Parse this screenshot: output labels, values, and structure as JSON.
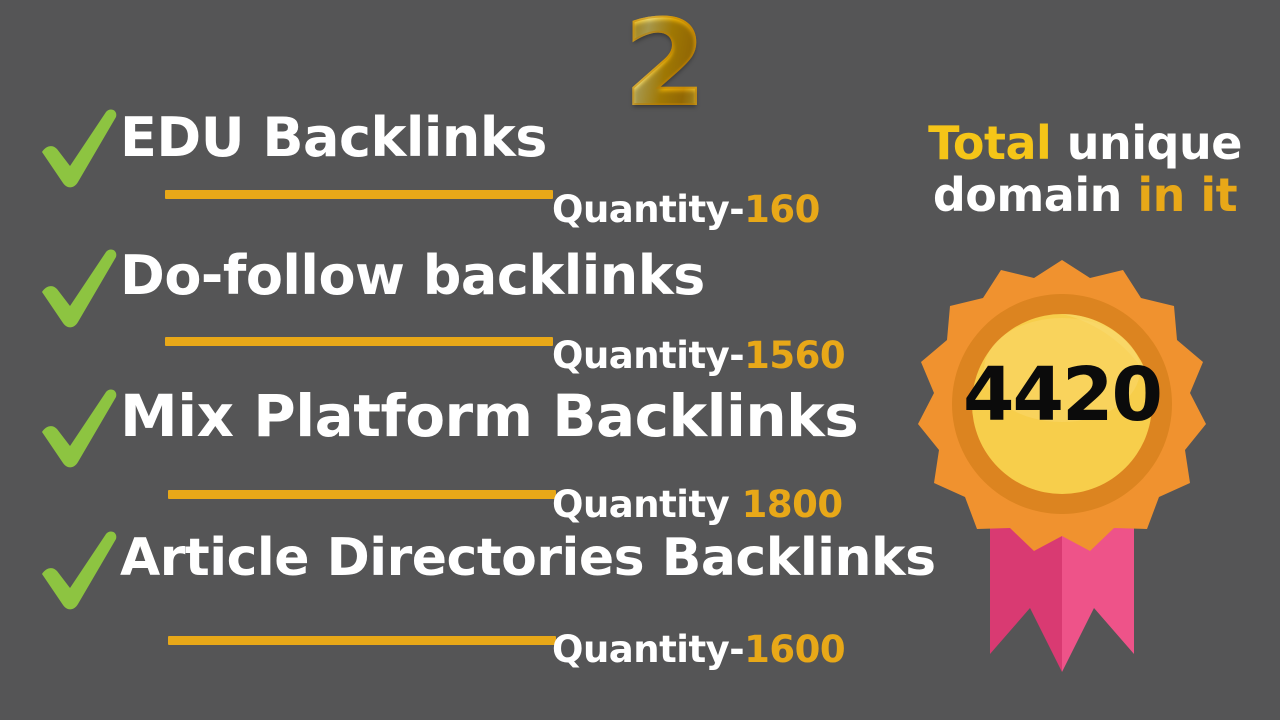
{
  "background_color": "#555556",
  "badge_number_banner": "2",
  "colors": {
    "background": "#555556",
    "check_green": "#8DC441",
    "rule_gold": "#E8A818",
    "quantity_gold": "#E8A818",
    "headline_yellow": "#F5C518",
    "badge_outer_orange": "#F0922F",
    "badge_mid_orange": "#DC8420",
    "badge_inner_yellow": "#F7CE4B",
    "ribbon_left_pink": "#D93A72",
    "ribbon_right_pink": "#EE5389",
    "text_white": "#FFFFFF",
    "badge_number_black": "#0B0B0B"
  },
  "list": {
    "items": [
      {
        "icon": "check-icon",
        "label": "EDU Backlinks",
        "quantity_label": "Quantity-",
        "quantity_value": "160"
      },
      {
        "icon": "check-icon",
        "label": "Do-follow backlinks",
        "quantity_label": "Quantity-",
        "quantity_value": "1560"
      },
      {
        "icon": "check-icon",
        "label": "Mix Platform Backlinks",
        "quantity_label": "Quantity ",
        "quantity_value": "1800"
      },
      {
        "icon": "check-icon",
        "label": "Article Directories Backlinks",
        "quantity_label": "Quantity-",
        "quantity_value": "1600"
      }
    ]
  },
  "right_panel": {
    "headline_part1": "Total",
    "headline_part2": " unique",
    "headline_part3": "domain ",
    "headline_part4": "in it",
    "badge": {
      "icon": "award-rosette-icon",
      "value": "4420"
    }
  }
}
